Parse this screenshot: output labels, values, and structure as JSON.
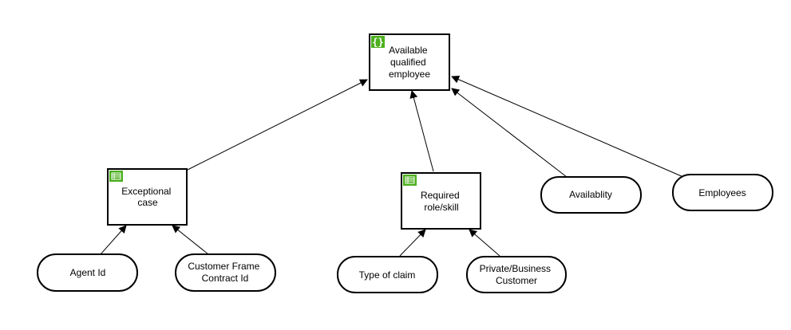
{
  "diagram": {
    "colors": {
      "line": "#000000",
      "icon": "#4caf1e",
      "box_fill": "#ffffff"
    },
    "decisions": {
      "available_qualified_employee": {
        "lines": [
          "Available",
          "qualified",
          "employee"
        ],
        "icon": "braces-icon"
      },
      "exceptional_case": {
        "lines": [
          "Exceptional",
          "case"
        ],
        "icon": "table-icon"
      },
      "required_role_skill": {
        "lines": [
          "Required",
          "role/skill"
        ],
        "icon": "table-icon"
      }
    },
    "inputs": {
      "agent_id": {
        "lines": [
          "Agent Id"
        ]
      },
      "customer_frame_contract_id": {
        "lines": [
          "Customer Frame",
          "Contract Id"
        ]
      },
      "type_of_claim": {
        "lines": [
          "Type of claim"
        ]
      },
      "private_business_customer": {
        "lines": [
          "Private/Business",
          "Customer"
        ]
      },
      "availablity": {
        "lines": [
          "Availablity"
        ]
      },
      "employees": {
        "lines": [
          "Employees"
        ]
      }
    }
  }
}
